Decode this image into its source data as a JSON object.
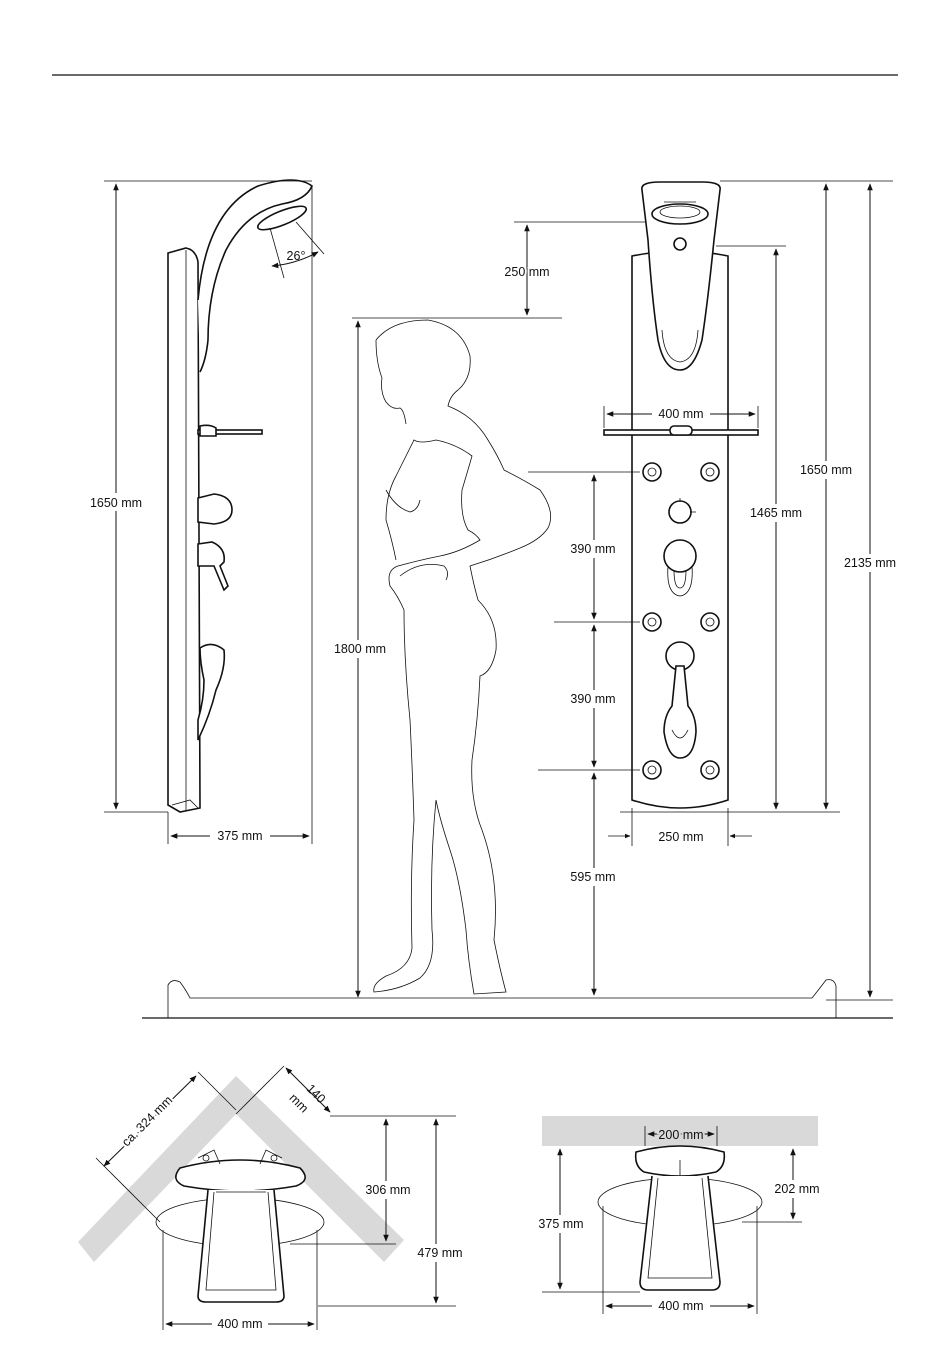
{
  "side_view": {
    "height_label": "1650 mm",
    "depth_label": "375 mm",
    "angle_label": "26°"
  },
  "figure": {
    "top_gap_label": "250 mm",
    "height_label": "1800 mm"
  },
  "front_view": {
    "width_label": "400 mm",
    "jet_spacing_upper_label": "390 mm",
    "jet_spacing_lower_label": "390 mm",
    "bottom_jet_height_label": "595 mm",
    "base_width_label": "250 mm",
    "panel_height_label": "1465 mm",
    "total_panel_label": "1650 mm",
    "overall_height_label": "2135 mm"
  },
  "corner_plan": {
    "diagonal_label": "ca. 324 mm",
    "depth_label_line1": "140",
    "depth_label_line2": "mm",
    "inner_depth_label": "306 mm",
    "outer_depth_label": "479 mm",
    "width_label": "400 mm"
  },
  "wall_plan": {
    "top_width_label": "200 mm",
    "depth_label": "202 mm",
    "outer_depth_label": "375 mm",
    "width_label": "400 mm"
  },
  "colors": {
    "line": "#111111",
    "wall_fill": "#d9d9d9"
  }
}
